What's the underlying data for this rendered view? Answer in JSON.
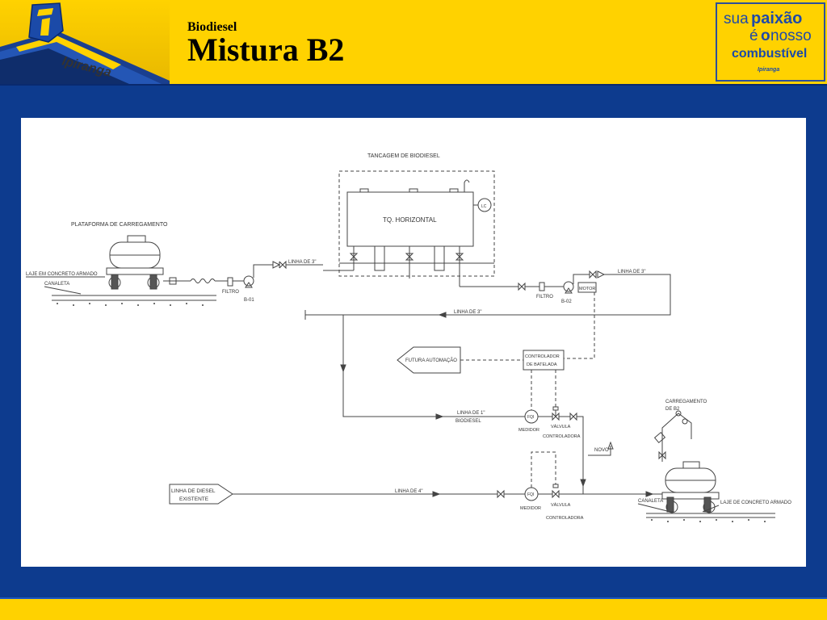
{
  "header": {
    "subtitle": "Biodiesel",
    "title": "Mistura B2",
    "brand": "Ipiranga",
    "slogan": {
      "line1_a": "sua",
      "line1_b": "paixão",
      "line2_a": "é",
      "line2_b": "o",
      "line2_c": "nosso",
      "line3": "combustível",
      "small_brand": "Ipiranga"
    }
  },
  "diagram": {
    "labels": {
      "tancagem": "TANCAGEM DE BIODIESEL",
      "tq_horizontal": "TQ. HORIZONTAL",
      "lc": "LC",
      "plataforma": "PLATAFORMA DE CARREGAMENTO",
      "laje_left": "LAJE EM CONCRETO ARMADO",
      "canaleta_left": "CANALETA",
      "linha3_a": "LINHA DE 3\"",
      "filtro_left": "FILTRO",
      "b01": "B-01",
      "linha3_b": "LINHA DE 3\"",
      "motor": "MOTOR",
      "filtro_right": "FILTRO",
      "b02": "B-02",
      "linha3_c": "LINHA DE 3\"",
      "futura": "FUTURA AUTOMAÇÃO",
      "controlador_1": "CONTROLADOR",
      "controlador_2": "DE BATELADA",
      "linha1_a": "LINHA DE 1\"",
      "linha1_b": "BIODIESEL",
      "fqi_1": "FQI",
      "medidor_1": "MEDIDOR",
      "valvula_1a": "VÁLVULA",
      "valvula_1b": "CONTROLADORA",
      "novo": "NOVO",
      "carregamento_1": "CARREGAMENTO",
      "carregamento_2": "DE B2",
      "linha_diesel_1": "LINHA DE DIESEL",
      "linha_diesel_2": "EXISTENTE",
      "linha4": "LINHA DE 4\"",
      "fqi_2": "FQI",
      "medidor_2": "MEDIDOR",
      "valvula_2a": "VÁLVULA",
      "valvula_2b": "CONTROLADORA",
      "canaleta_right": "CANALETA",
      "laje_right": "LAJE DE CONCRETO ARMADO"
    }
  }
}
